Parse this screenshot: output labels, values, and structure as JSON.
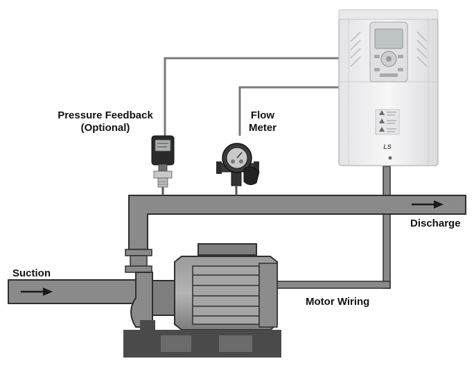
{
  "labels": {
    "pressure_feedback": "Pressure Feedback",
    "optional": "(Optional)",
    "flow": "Flow",
    "meter": "Meter",
    "discharge": "Discharge",
    "suction": "Suction",
    "motor_wiring": "Motor Wiring"
  },
  "drive": {
    "brand": "LS"
  },
  "colors": {
    "pipe": "#8a8a8a",
    "pipe_edge": "#2e2e2e",
    "motor": "#8e8e8e",
    "motor_dark": "#555555",
    "base": "#4a4a4a",
    "drive_body": "#f1f1f3",
    "wire": "#7a7a7a"
  }
}
